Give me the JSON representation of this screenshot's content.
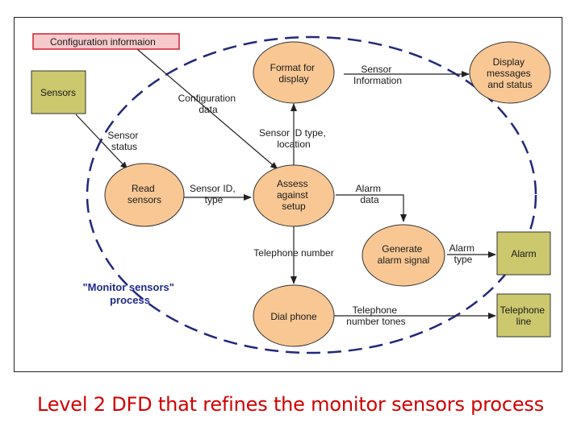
{
  "diagram": {
    "boundary_label": [
      "\"Monitor sensors\"",
      "process"
    ],
    "config_store": {
      "label": "Configuration informaion",
      "fill": "#f6c9cc",
      "border": "#cc2233"
    },
    "entity_fill": "#ccc86e",
    "process_fill": "#f8c794",
    "boundary_color": "#22287a",
    "entities": {
      "sensors": [
        "Sensors"
      ],
      "alarm": [
        "Alarm"
      ],
      "telephone_line": [
        "Telephone",
        "line"
      ]
    },
    "processes": {
      "read": [
        "Read",
        "sensors"
      ],
      "format": [
        "Format for",
        "display"
      ],
      "display": [
        "Display",
        "messages",
        "and status"
      ],
      "assess": [
        "Assess",
        "against",
        "setup"
      ],
      "generate": [
        "Generate",
        "alarm signal"
      ],
      "dial": [
        "Dial phone"
      ]
    },
    "flows": {
      "config_data": [
        "Configuration",
        "data"
      ],
      "sensor_status": [
        "Sensor",
        "status"
      ],
      "sensor_info": [
        "Sensor",
        "Information"
      ],
      "sensor_id_type_location": [
        "Sensor ID type,",
        "location"
      ],
      "sensor_id_type": [
        "Sensor ID,",
        "type"
      ],
      "alarm_data": [
        "Alarm",
        "data"
      ],
      "alarm_type": [
        "Alarm",
        "type"
      ],
      "telephone_number": [
        "Telephone number"
      ],
      "telephone_number_tones": [
        "Telephone",
        "number tones"
      ]
    }
  },
  "caption": "Level 2 DFD that refines the monitor sensors process"
}
